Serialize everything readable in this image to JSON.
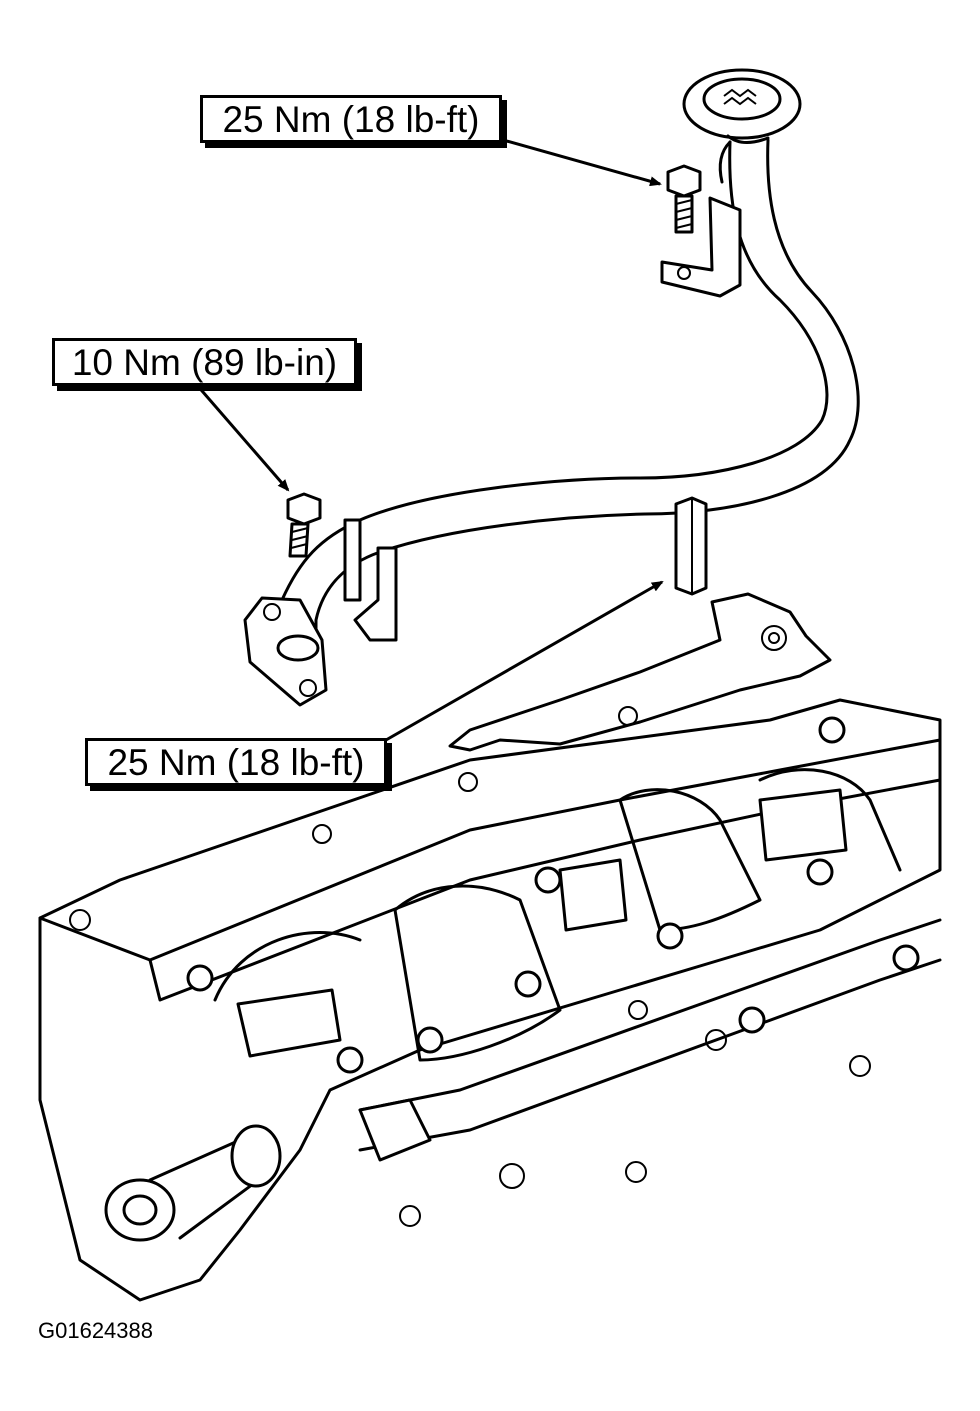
{
  "callouts": {
    "bolt_top": "25 Nm (18 lb-ft)",
    "bolt_mid": "10 Nm (89 lb-in)",
    "stud_bottom": "25 Nm (18 lb-ft)"
  },
  "figure_id": "G01624388",
  "colors": {
    "line": "#000000",
    "background": "#ffffff"
  }
}
